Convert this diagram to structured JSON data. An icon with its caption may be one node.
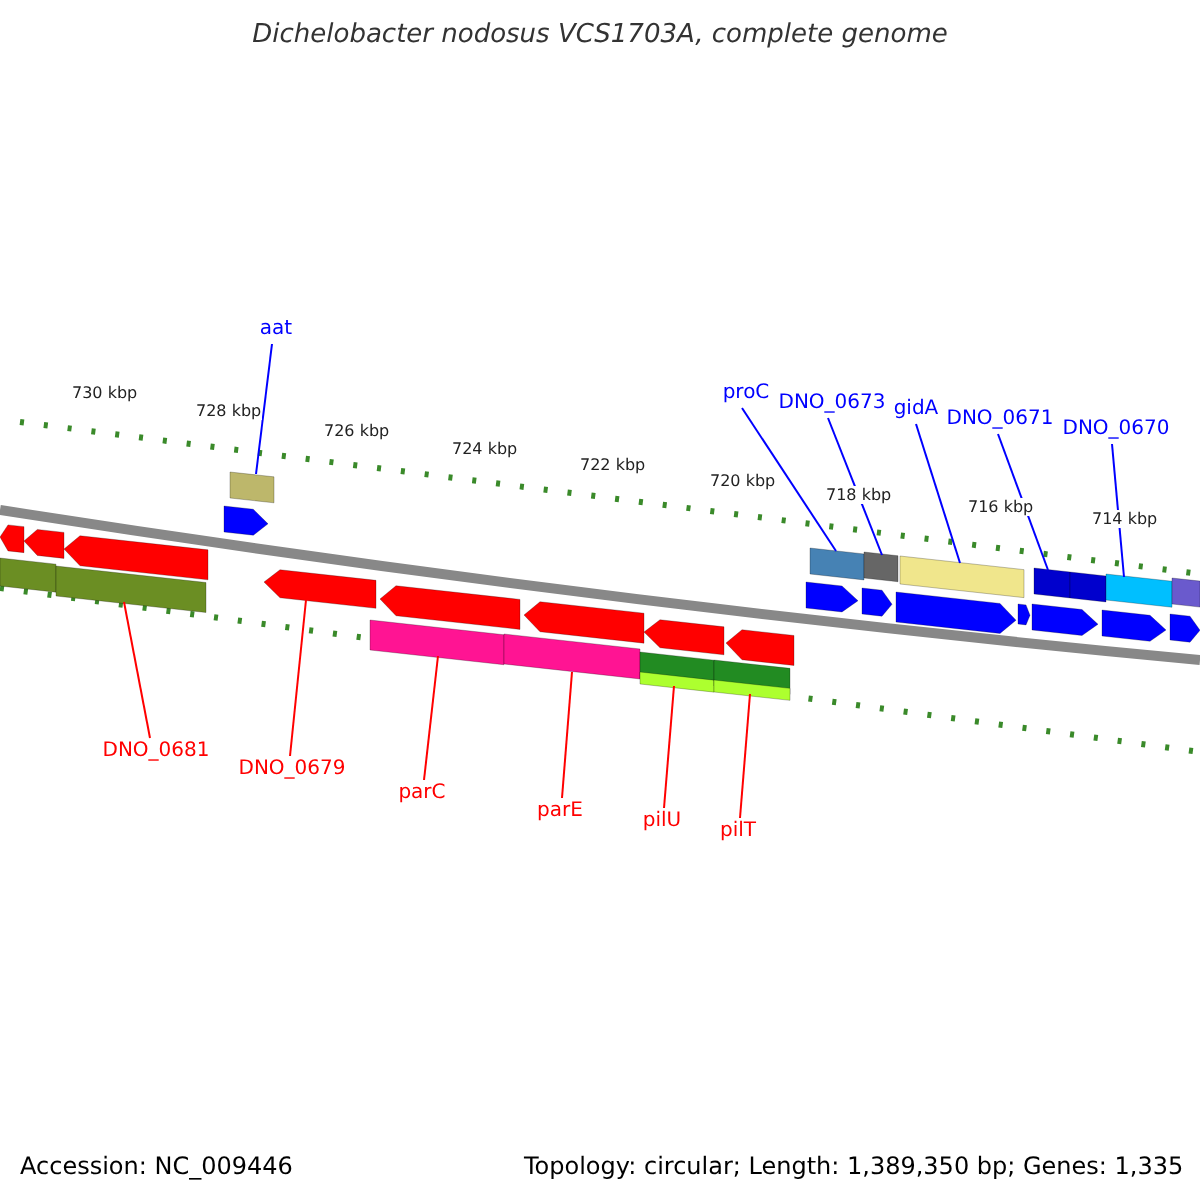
{
  "diagram": {
    "title": "Dichelobacter nodosus VCS1703A, complete genome",
    "nodes": [
      {
        "text": [
          "aat"
        ]
      },
      {
        "text": [
          "proC"
        ]
      },
      {
        "text": [
          "DNO_0673"
        ]
      },
      {
        "text": [
          "gidA"
        ]
      },
      {
        "text": [
          "DNO_0671"
        ]
      },
      {
        "text": [
          "DNO_0670"
        ]
      },
      {
        "text": [
          "DNO_0681"
        ]
      },
      {
        "text": [
          "DNO_0679"
        ]
      },
      {
        "text": [
          "parC"
        ]
      },
      {
        "text": [
          "parE"
        ]
      },
      {
        "text": [
          "pilU"
        ]
      },
      {
        "text": [
          "pilT"
        ]
      },
      {
        "text": [],
        "shape": "bar"
      },
      {
        "text": [],
        "shape": "bar"
      },
      {
        "text": [],
        "shape": "bar"
      },
      {
        "text": [],
        "shape": "bar"
      },
      {
        "text": [],
        "shape": "bar"
      },
      {
        "text": [],
        "shape": "bar"
      },
      {
        "text": [],
        "shape": "bar"
      },
      {
        "text": [],
        "shape": "bar"
      },
      {
        "text": [],
        "shape": "bar"
      },
      {
        "text": [],
        "shape": "bar"
      },
      {
        "text": [],
        "shape": "bar"
      },
      {
        "text": [],
        "shape": "bar"
      },
      {
        "text": [],
        "shape": "bar"
      },
      {
        "text": [],
        "shape": "bar"
      },
      {
        "text": [],
        "shape": "bar"
      },
      {
        "text": [],
        "shape": "bar"
      },
      {
        "text": [],
        "shape": "bar"
      },
      {
        "text": [],
        "shape": "bar"
      },
      {
        "text": [],
        "shape": "bar"
      },
      {
        "text": [],
        "shape": "bar"
      },
      {
        "text": [],
        "shape": "bar"
      },
      {
        "text": [],
        "shape": "bar"
      },
      {
        "text": [],
        "shape": "bar"
      },
      {
        "text": [],
        "shape": "bar"
      },
      {
        "text": [],
        "shape": "bar"
      },
      {
        "text": [],
        "shape": "bar"
      },
      {
        "text": [],
        "shape": "bar"
      },
      {
        "text": [],
        "shape": "bar"
      },
      {
        "text": [],
        "shape": "bar"
      },
      {
        "text": [],
        "shape": "bar"
      },
      {
        "text": [],
        "shape": "bar"
      },
      {
        "text": [],
        "shape": "bar"
      }
    ],
    "edges": [
      {
        "from": 0,
        "to": 18,
        "arrow": "none"
      },
      {
        "from": 1,
        "to": 31,
        "arrow": "none"
      },
      {
        "from": 2,
        "to": 33,
        "arrow": "none"
      },
      {
        "from": 3,
        "to": 35,
        "arrow": "none"
      },
      {
        "from": 4,
        "to": 38,
        "arrow": "none"
      },
      {
        "from": 5,
        "to": 41,
        "arrow": "none"
      },
      {
        "from": 6,
        "to": 15,
        "arrow": "none",
        "color": "#ff0000"
      },
      {
        "from": 7,
        "to": 19,
        "arrow": "none",
        "color": "#ff0000"
      },
      {
        "from": 8,
        "to": 20,
        "arrow": "none",
        "color": "#ff0000"
      },
      {
        "from": 9,
        "to": 22,
        "arrow": "none",
        "color": "#ff0000"
      },
      {
        "from": 10,
        "to": 25,
        "arrow": "none",
        "color": "#ff0000"
      },
      {
        "from": 11,
        "to": 28,
        "arrow": "none",
        "color": "#ff0000"
      }
    ],
    "labels": [
      "730 kbp",
      "728 kbp",
      "726 kbp",
      "724 kbp",
      "722 kbp",
      "720 kbp",
      "718 kbp",
      "716 kbp",
      "714 kbp",
      "Accession: NC_009446",
      "Topology: circular; Length: 1,389,350 bp; Genes: 1,335"
    ]
  }
}
